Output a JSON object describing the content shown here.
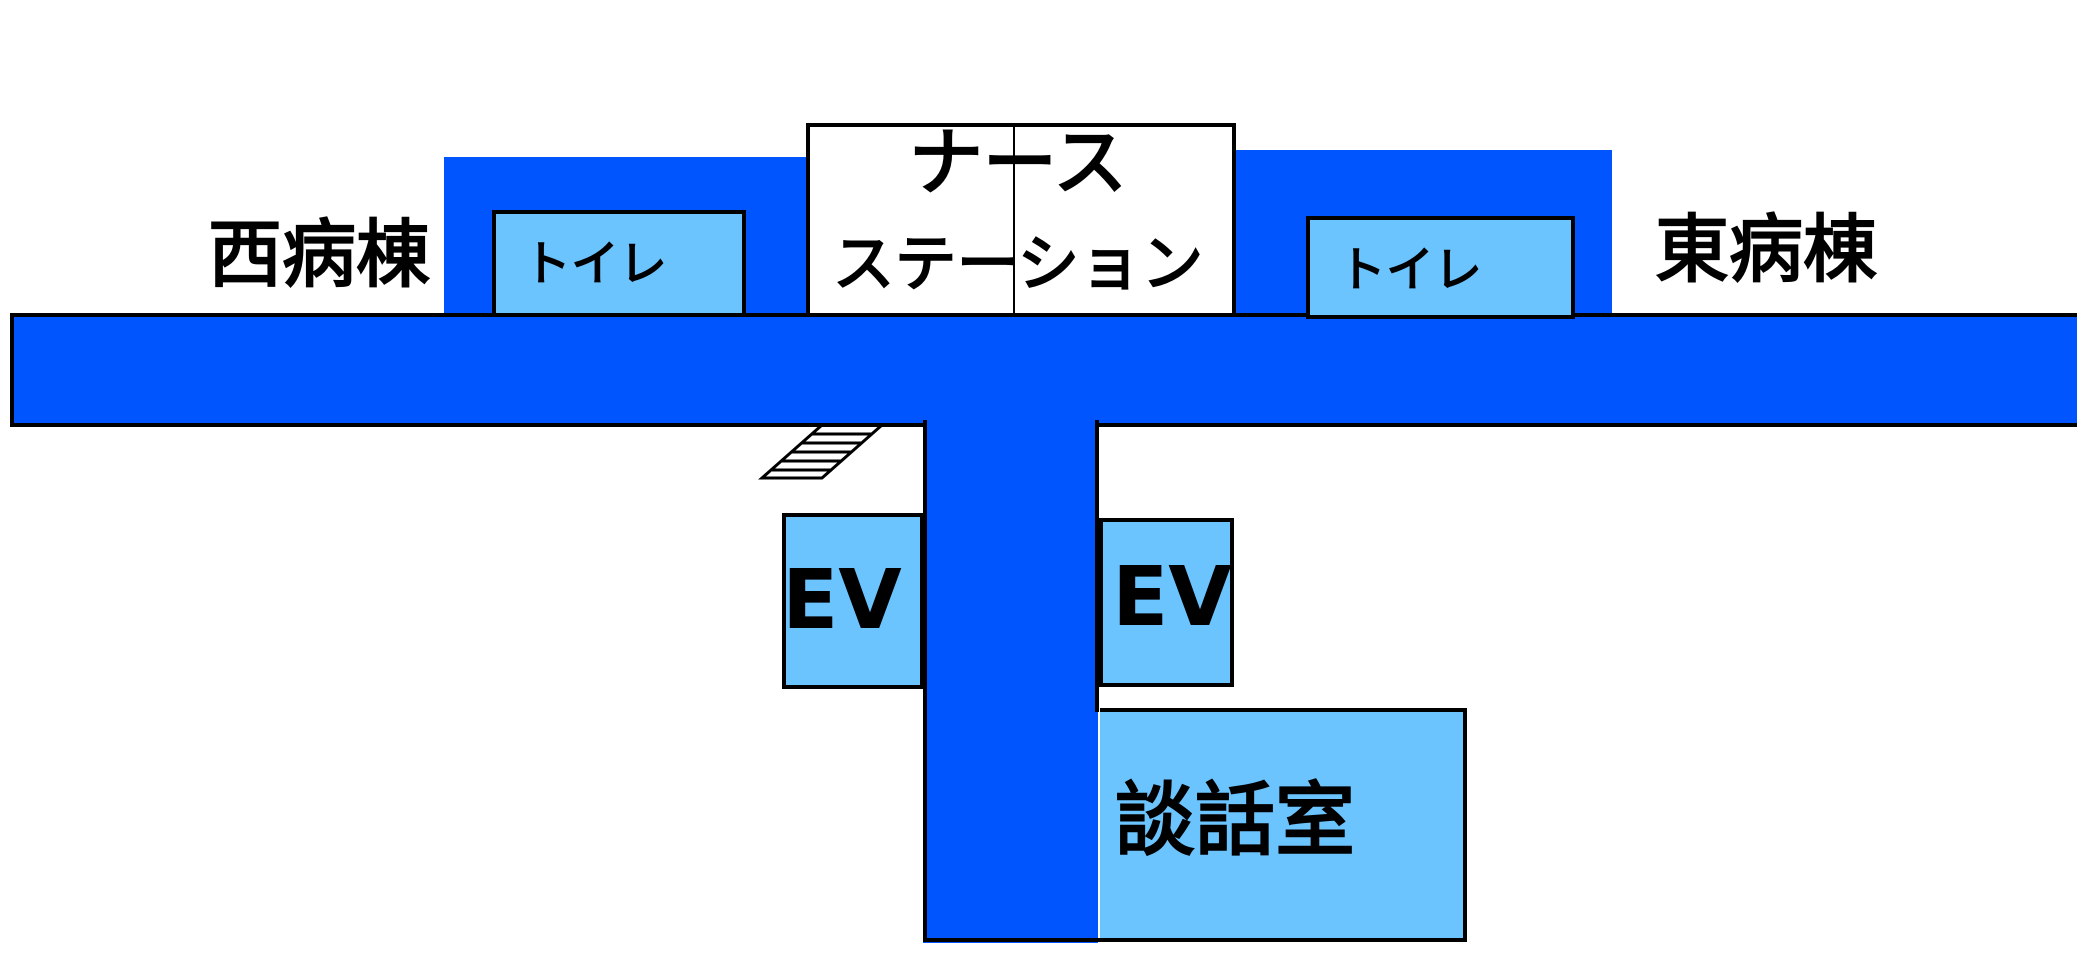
{
  "labels": {
    "west_ward": "西病棟",
    "east_ward": "東病棟",
    "nurse_station_line1": "ナース",
    "nurse_station_line2": "ステーション",
    "toilet_west": "トイレ",
    "toilet_east": "トイレ",
    "elevator_left": "EV",
    "elevator_right": "EV",
    "lounge": "談話室"
  },
  "colors": {
    "corridor": "#0055FF",
    "room": "#6CC4FF",
    "outline": "#000000",
    "background": "#FFFFFF",
    "text": "#000000"
  },
  "icons": {
    "stairs": "stairs-icon"
  }
}
